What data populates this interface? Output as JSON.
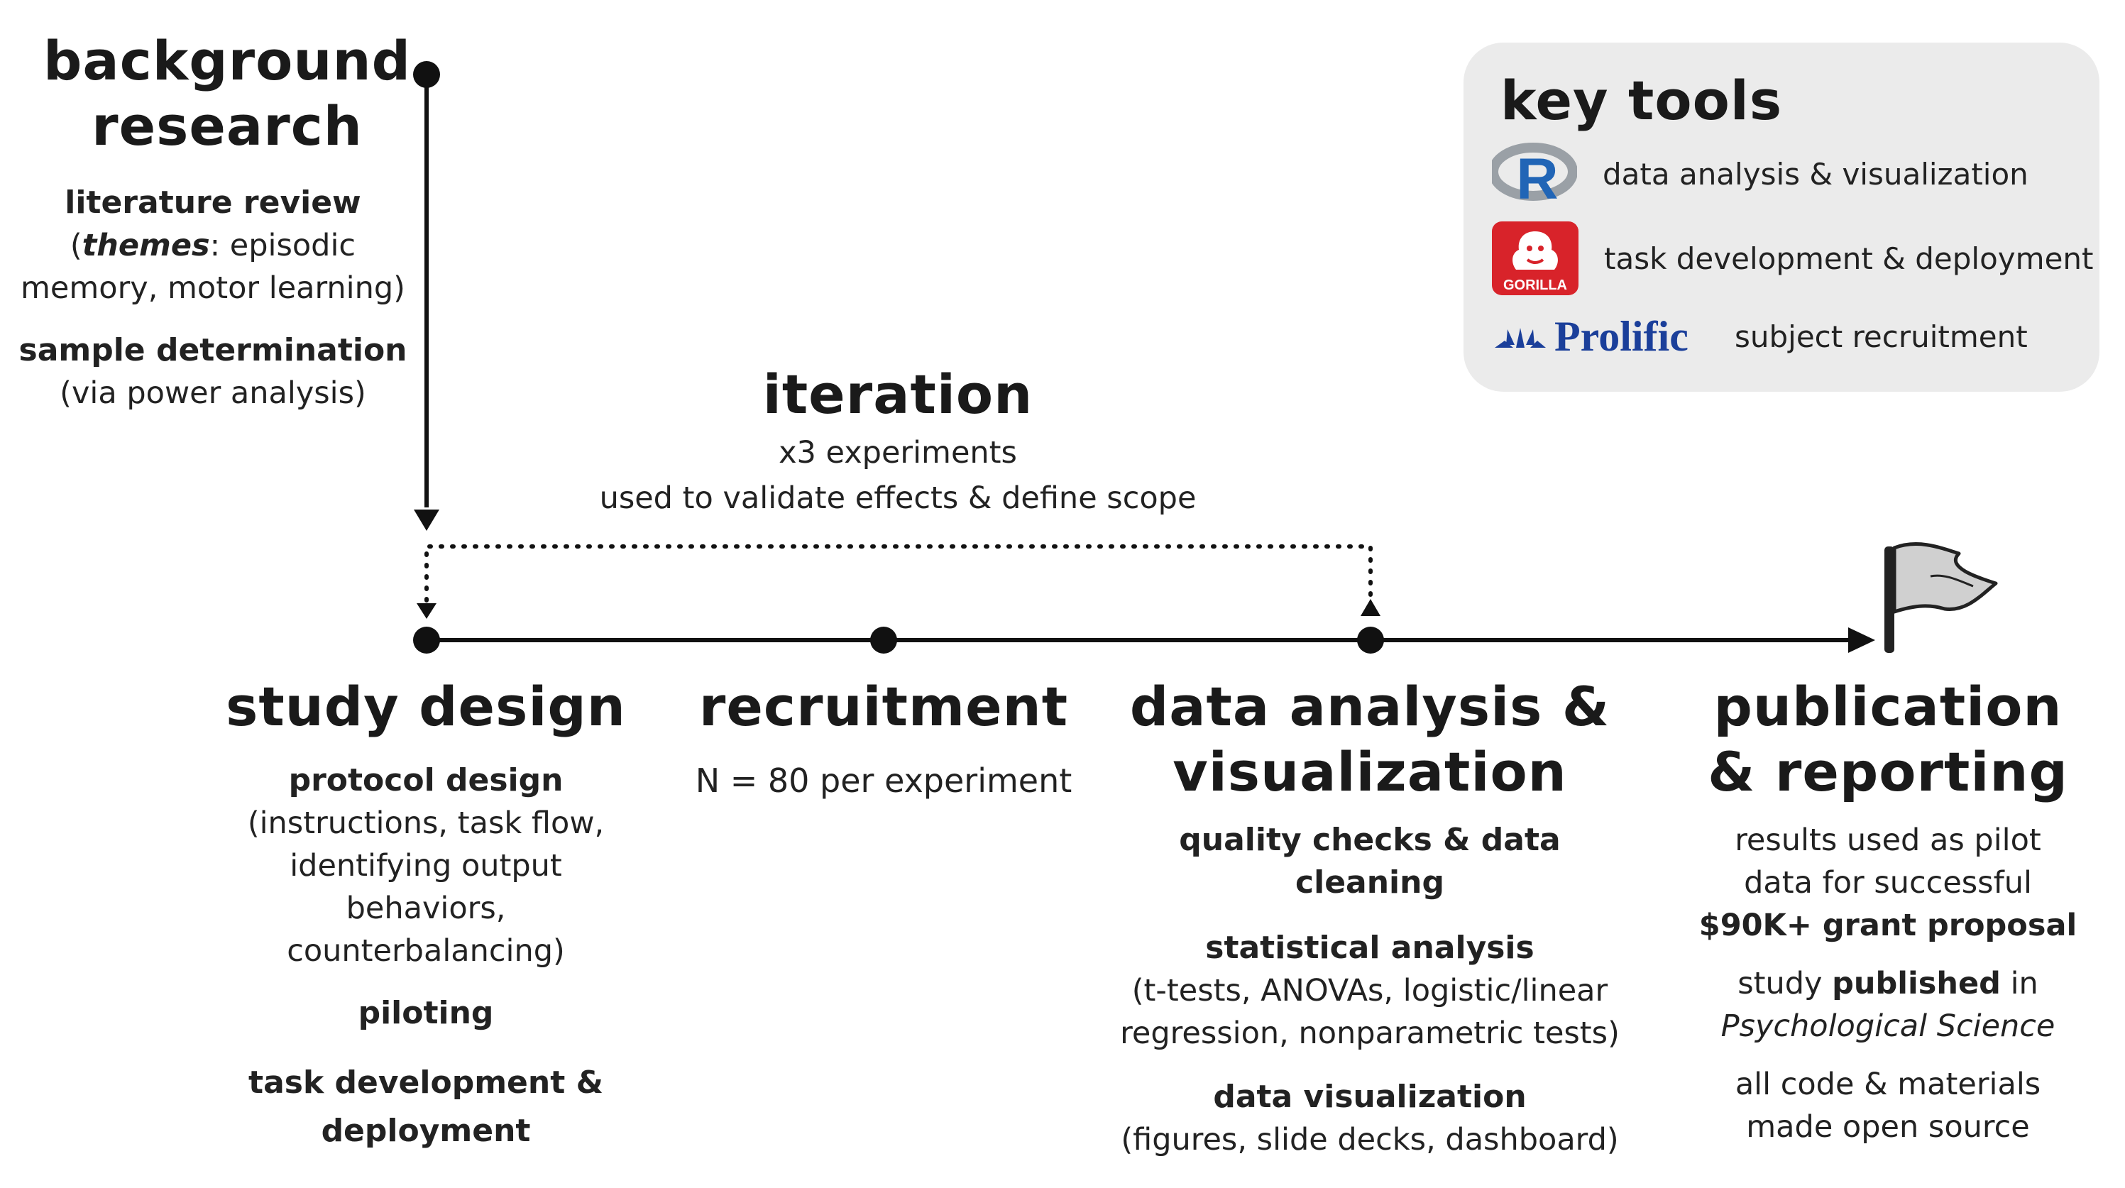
{
  "background": {
    "title_line1": "background",
    "title_line2": "research",
    "item1_title": "literature review",
    "item1_paren_open": "(",
    "item1_themes": "themes",
    "item1_rest_line1": ": episodic",
    "item1_line2": "memory, motor learning)",
    "item2_title": "sample determination",
    "item2_detail": "(via power analysis)"
  },
  "iteration": {
    "title": "iteration",
    "line1": "x3 experiments",
    "line2": "used to validate effects & define scope"
  },
  "stages": {
    "study_design": {
      "title": "study design",
      "sub1": "protocol design",
      "detail1_line1": "(instructions, task flow,",
      "detail1_line2": "identifying output behaviors,",
      "detail1_line3": "counterbalancing)",
      "sub2": "piloting",
      "sub3_line1": "task development &",
      "sub3_line2": "deployment"
    },
    "recruitment": {
      "title": "recruitment",
      "detail": "N = 80 per experiment"
    },
    "analysis": {
      "title_line1": "data analysis &",
      "title_line2": "visualization",
      "sub1": "quality checks & data cleaning",
      "sub2": "statistical analysis",
      "detail2_line1": "(t-tests, ANOVAs, logistic/linear",
      "detail2_line2": "regression, nonparametric tests)",
      "sub3": "data visualization",
      "detail3": "(figures, slide decks, dashboard)"
    },
    "publication": {
      "title_line1": "publication",
      "title_line2": "& reporting",
      "p1_line1": "results used as pilot",
      "p1_line2": "data for successful",
      "p1_line3": "$90K+ grant proposal",
      "p2_pre": "study ",
      "p2_bold": "published",
      "p2_post": " in",
      "p2_journal": "Psychological Science",
      "p3_line1": "all code & materials",
      "p3_line2": "made open source"
    }
  },
  "key_tools": {
    "title": "key tools",
    "tools": [
      {
        "icon": "r-logo-icon",
        "label": "data analysis & visualization",
        "logo_text": "R"
      },
      {
        "icon": "gorilla-logo-icon",
        "label": "task development & deployment",
        "logo_text": "GORILLA"
      },
      {
        "icon": "prolific-logo-icon",
        "label": "subject recruitment",
        "logo_text": "Prolific"
      }
    ]
  },
  "colors": {
    "line": "#111111",
    "tools_bg": "#ebebeb",
    "r_blue": "#2165b6",
    "r_grey": "#9aa0a6",
    "gorilla_red": "#d8232a",
    "prolific_blue": "#1b3f9a",
    "flag_grey": "#d0d0d0"
  }
}
